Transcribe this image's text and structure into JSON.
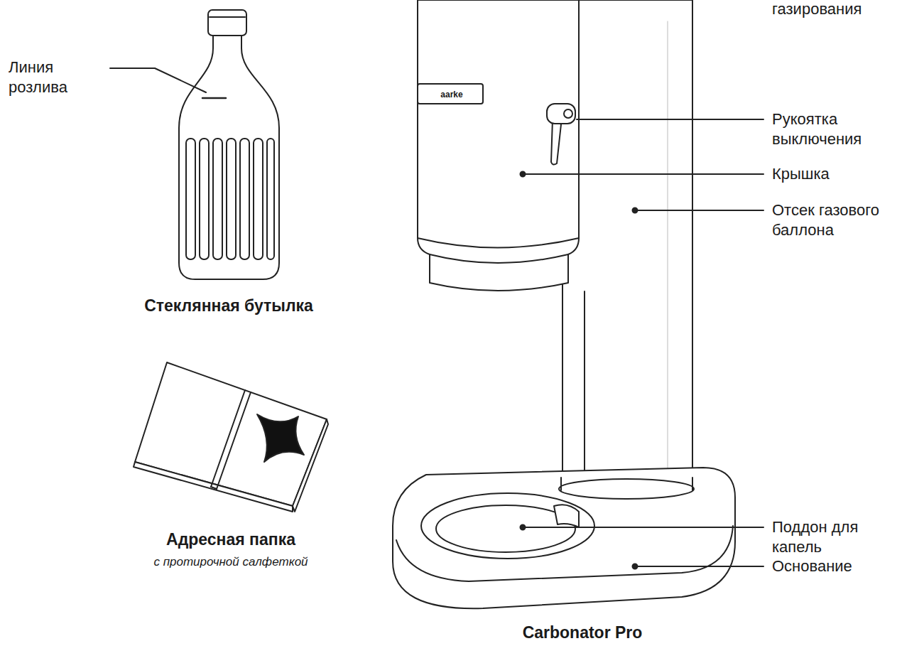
{
  "diagram": {
    "labels": [
      "газирования",
      "Линия розлива",
      "Рукоятка выключения",
      "Крышка",
      "Отсек газового баллона",
      "Поддон для капель",
      "Основание",
      "aarke",
      "Стеклянная бутылка",
      "Адресная папка",
      "с протирочной салфеткой",
      "Carbonator Pro"
    ]
  }
}
